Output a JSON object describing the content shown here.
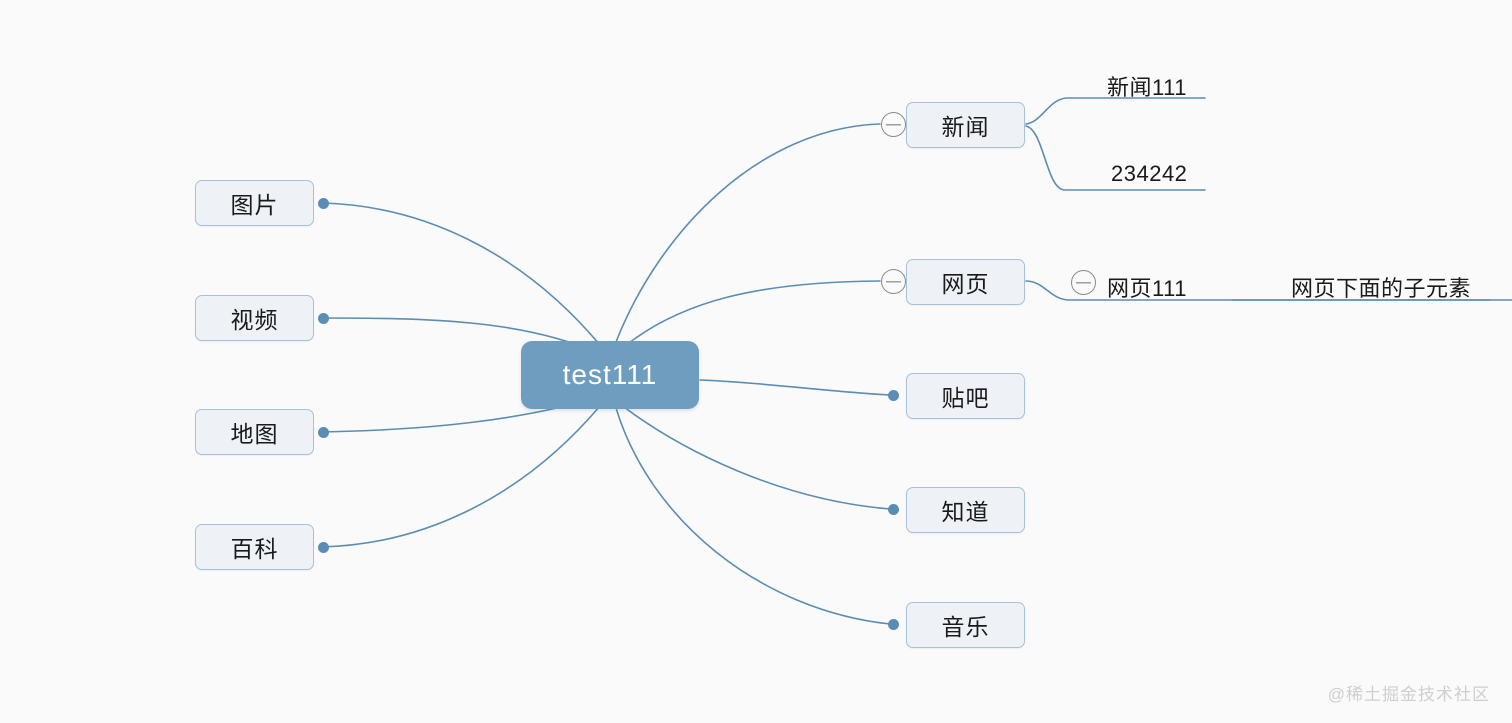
{
  "canvas": {
    "background": "#fafafa",
    "edge_color": "#5b8db4",
    "node_fill": "#eef2f7",
    "node_border": "#a6c2da",
    "root_fill": "#6f9dc0",
    "root_text_color": "#ffffff"
  },
  "root": {
    "label": "test111"
  },
  "left_branches": [
    {
      "label": "图片"
    },
    {
      "label": "视频"
    },
    {
      "label": "地图"
    },
    {
      "label": "百科"
    }
  ],
  "right_branches": [
    {
      "label": "新闻",
      "toggle": "collapse-toggle-minus"
    },
    {
      "label": "网页",
      "toggle": "collapse-toggle-minus"
    },
    {
      "label": "贴吧"
    },
    {
      "label": "知道"
    },
    {
      "label": "音乐"
    }
  ],
  "news_children": [
    {
      "label": "新闻111"
    },
    {
      "label": "234242"
    }
  ],
  "web_children": [
    {
      "label": "网页111",
      "toggle": "collapse-toggle-minus"
    }
  ],
  "web_grandchildren": [
    {
      "label": "网页下面的子元素"
    }
  ],
  "watermark": {
    "text": "@稀土掘金技术社区"
  }
}
